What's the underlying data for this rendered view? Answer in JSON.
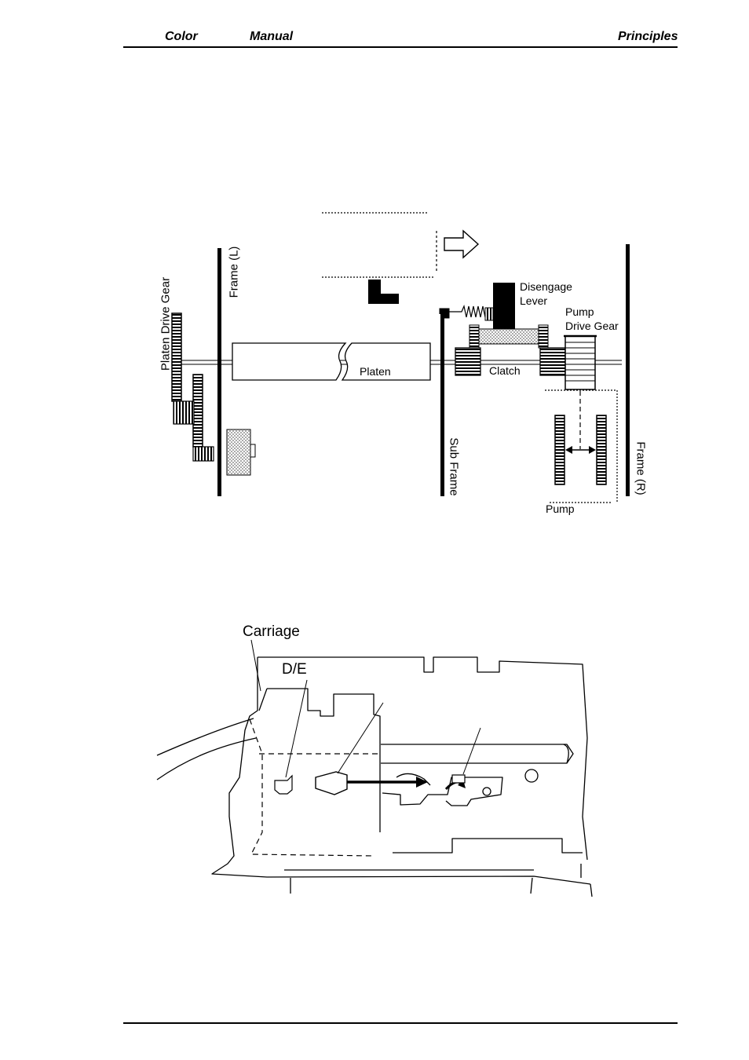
{
  "header": {
    "word1": "Color",
    "word2": "Manual",
    "word3": "Principles"
  },
  "figure1": {
    "labels": {
      "platen_drive_gear": "Platen Drive Gear",
      "frame_left": "Frame (L)",
      "disengage_lever_1": "Disengage",
      "disengage_lever_2": "Lever",
      "pump_drive_gear_1": "Pump",
      "pump_drive_gear_2": "Drive Gear",
      "platen": "Platen",
      "clatch": "Clatch",
      "sub_frame": "Sub Frame",
      "pump": "Pump",
      "frame_right": "Frame (R)"
    }
  },
  "figure2": {
    "labels": {
      "carriage": "Carriage",
      "de": "D/E"
    }
  }
}
